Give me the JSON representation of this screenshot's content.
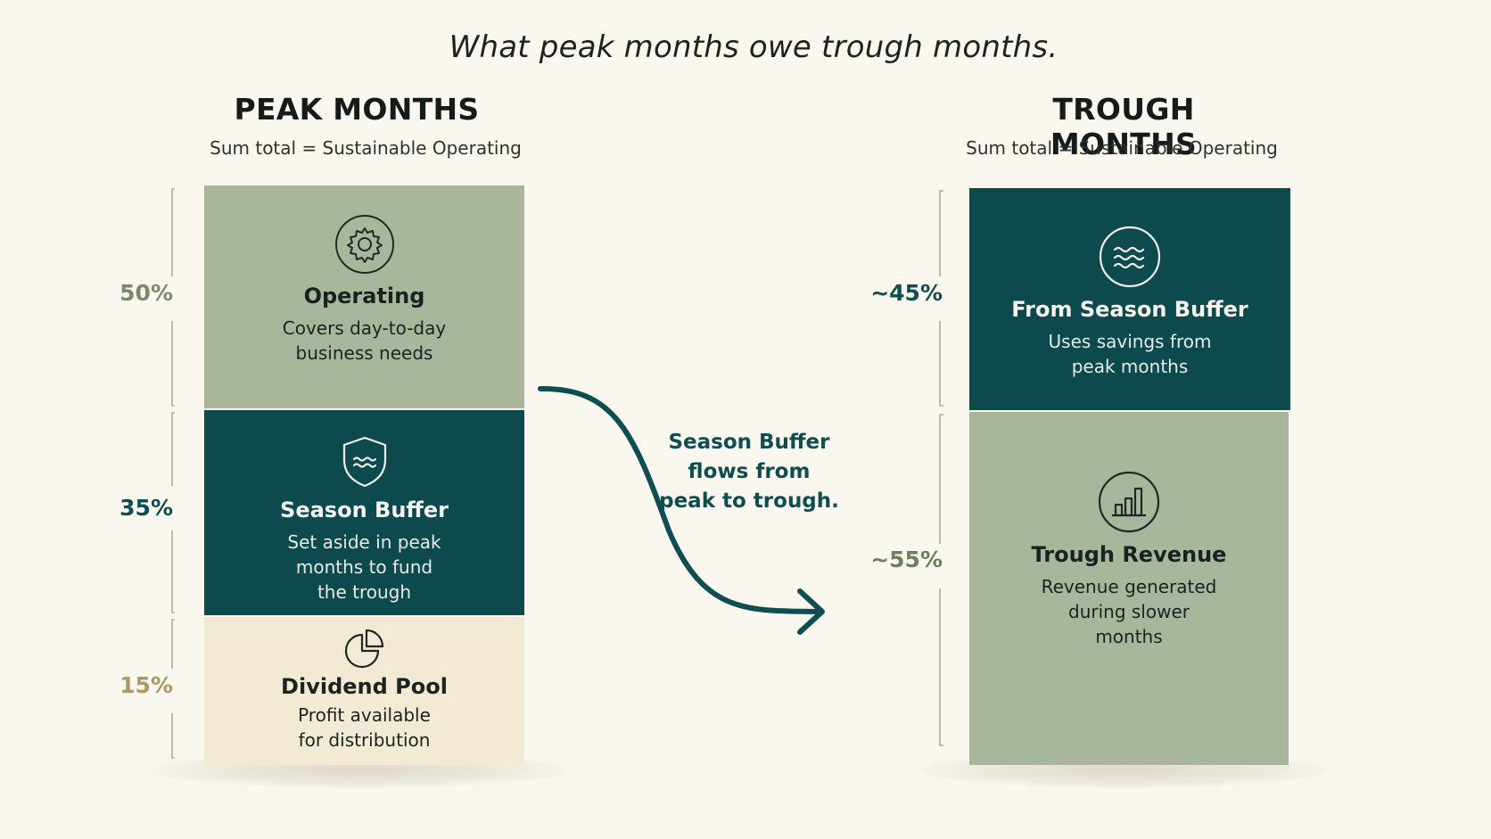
{
  "title": "What peak months owe trough months.",
  "peak": {
    "heading": "PEAK MONTHS",
    "subtitle": "Sum total = Sustainable Operating",
    "blocks": [
      {
        "icon": "gear-icon",
        "title": "Operating",
        "desc_lines": [
          "Covers day-to-day",
          "business needs"
        ],
        "percent": "50%",
        "color": "#a8b79b",
        "pct_color": "#7a8b6a"
      },
      {
        "icon": "shield-waves-icon",
        "title": "Season Buffer",
        "desc_lines": [
          "Set aside in peak",
          "months to fund",
          "the trough"
        ],
        "percent": "35%",
        "color": "#0c4a4d",
        "pct_color": "#0f4d52"
      },
      {
        "icon": "pie-chart-icon",
        "title": "Dividend Pool",
        "desc_lines": [
          "Profit available",
          "for distribution"
        ],
        "percent": "15%",
        "color": "#f3ead6",
        "pct_color": "#b0976a"
      }
    ]
  },
  "trough": {
    "heading": "TROUGH MONTHS",
    "subtitle": "Sum total = Sustainable Operating",
    "blocks": [
      {
        "icon": "waves-icon",
        "title": "From Season Buffer",
        "desc_lines": [
          "Uses savings from",
          "peak months"
        ],
        "percent": "~45%",
        "color": "#0c4a4d",
        "pct_color": "#0f4d52"
      },
      {
        "icon": "bar-chart-icon",
        "title": "Trough Revenue",
        "desc_lines": [
          "Revenue generated",
          "during slower",
          "months"
        ],
        "percent": "~55%",
        "color": "#a8b79b",
        "pct_color": "#6e7f5f"
      }
    ]
  },
  "flow": {
    "label_lines": [
      "Season Buffer",
      "flows from",
      "peak to trough."
    ],
    "color": "#0f4d52"
  }
}
